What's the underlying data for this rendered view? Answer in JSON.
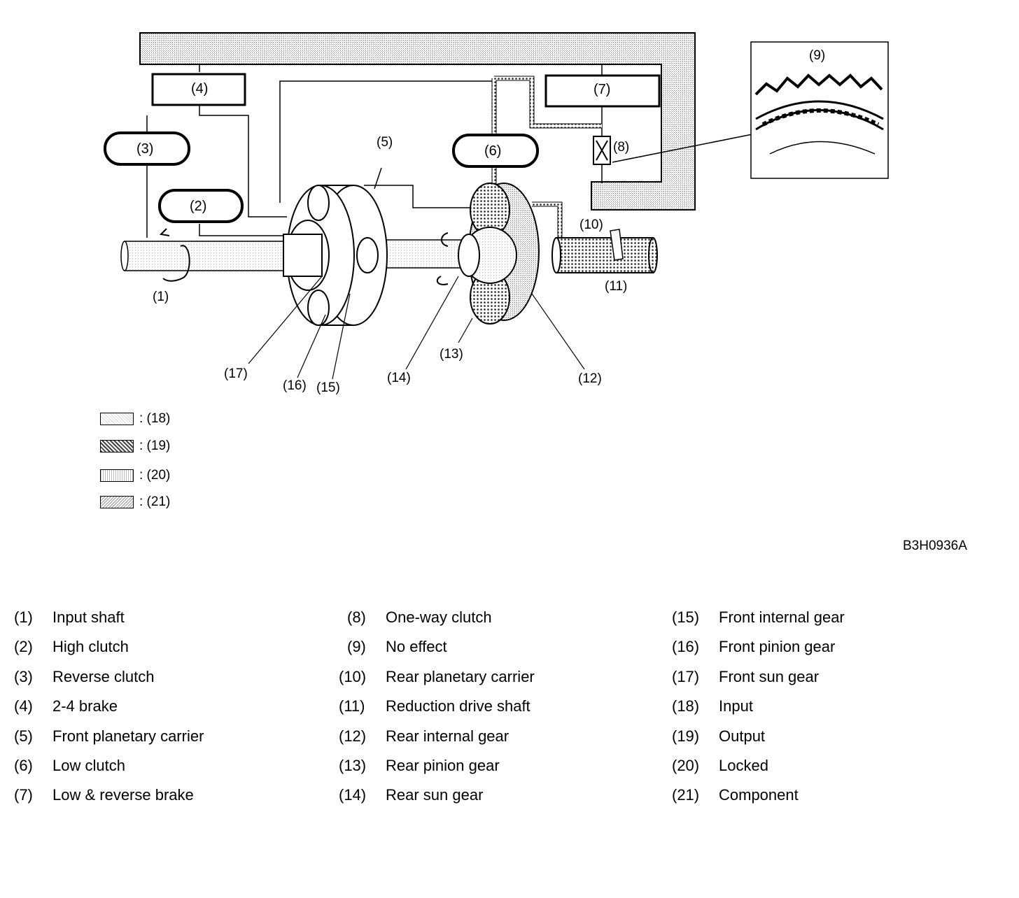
{
  "diagram": {
    "callouts": [
      "(1)",
      "(2)",
      "(3)",
      "(4)",
      "(5)",
      "(6)",
      "(7)",
      "(8)",
      "(9)",
      "(10)",
      "(11)",
      "(12)",
      "(13)",
      "(14)",
      "(15)",
      "(16)",
      "(17)"
    ]
  },
  "legend": [
    {
      "pattern": "input",
      "label": ": (18)"
    },
    {
      "pattern": "output",
      "label": ": (19)"
    },
    {
      "pattern": "locked",
      "label": ": (20)"
    },
    {
      "pattern": "component",
      "label": ": (21)"
    }
  ],
  "figure_code": "B3H0936A",
  "key": [
    {
      "num": "(1)",
      "name": "Input shaft"
    },
    {
      "num": "(2)",
      "name": "High clutch"
    },
    {
      "num": "(3)",
      "name": "Reverse clutch"
    },
    {
      "num": "(4)",
      "name": "2-4 brake"
    },
    {
      "num": "(5)",
      "name": "Front planetary carrier"
    },
    {
      "num": "(6)",
      "name": "Low clutch"
    },
    {
      "num": "(7)",
      "name": "Low & reverse brake"
    },
    {
      "num": "(8)",
      "name": "One-way clutch"
    },
    {
      "num": "(9)",
      "name": "No effect"
    },
    {
      "num": "(10)",
      "name": "Rear planetary carrier"
    },
    {
      "num": "(11)",
      "name": "Reduction drive shaft"
    },
    {
      "num": "(12)",
      "name": "Rear internal gear"
    },
    {
      "num": "(13)",
      "name": "Rear pinion gear"
    },
    {
      "num": "(14)",
      "name": "Rear sun gear"
    },
    {
      "num": "(15)",
      "name": "Front internal gear"
    },
    {
      "num": "(16)",
      "name": "Front pinion gear"
    },
    {
      "num": "(17)",
      "name": "Front sun gear"
    },
    {
      "num": "(18)",
      "name": "Input"
    },
    {
      "num": "(19)",
      "name": "Output"
    },
    {
      "num": "(20)",
      "name": "Locked"
    },
    {
      "num": "(21)",
      "name": "Component"
    }
  ]
}
